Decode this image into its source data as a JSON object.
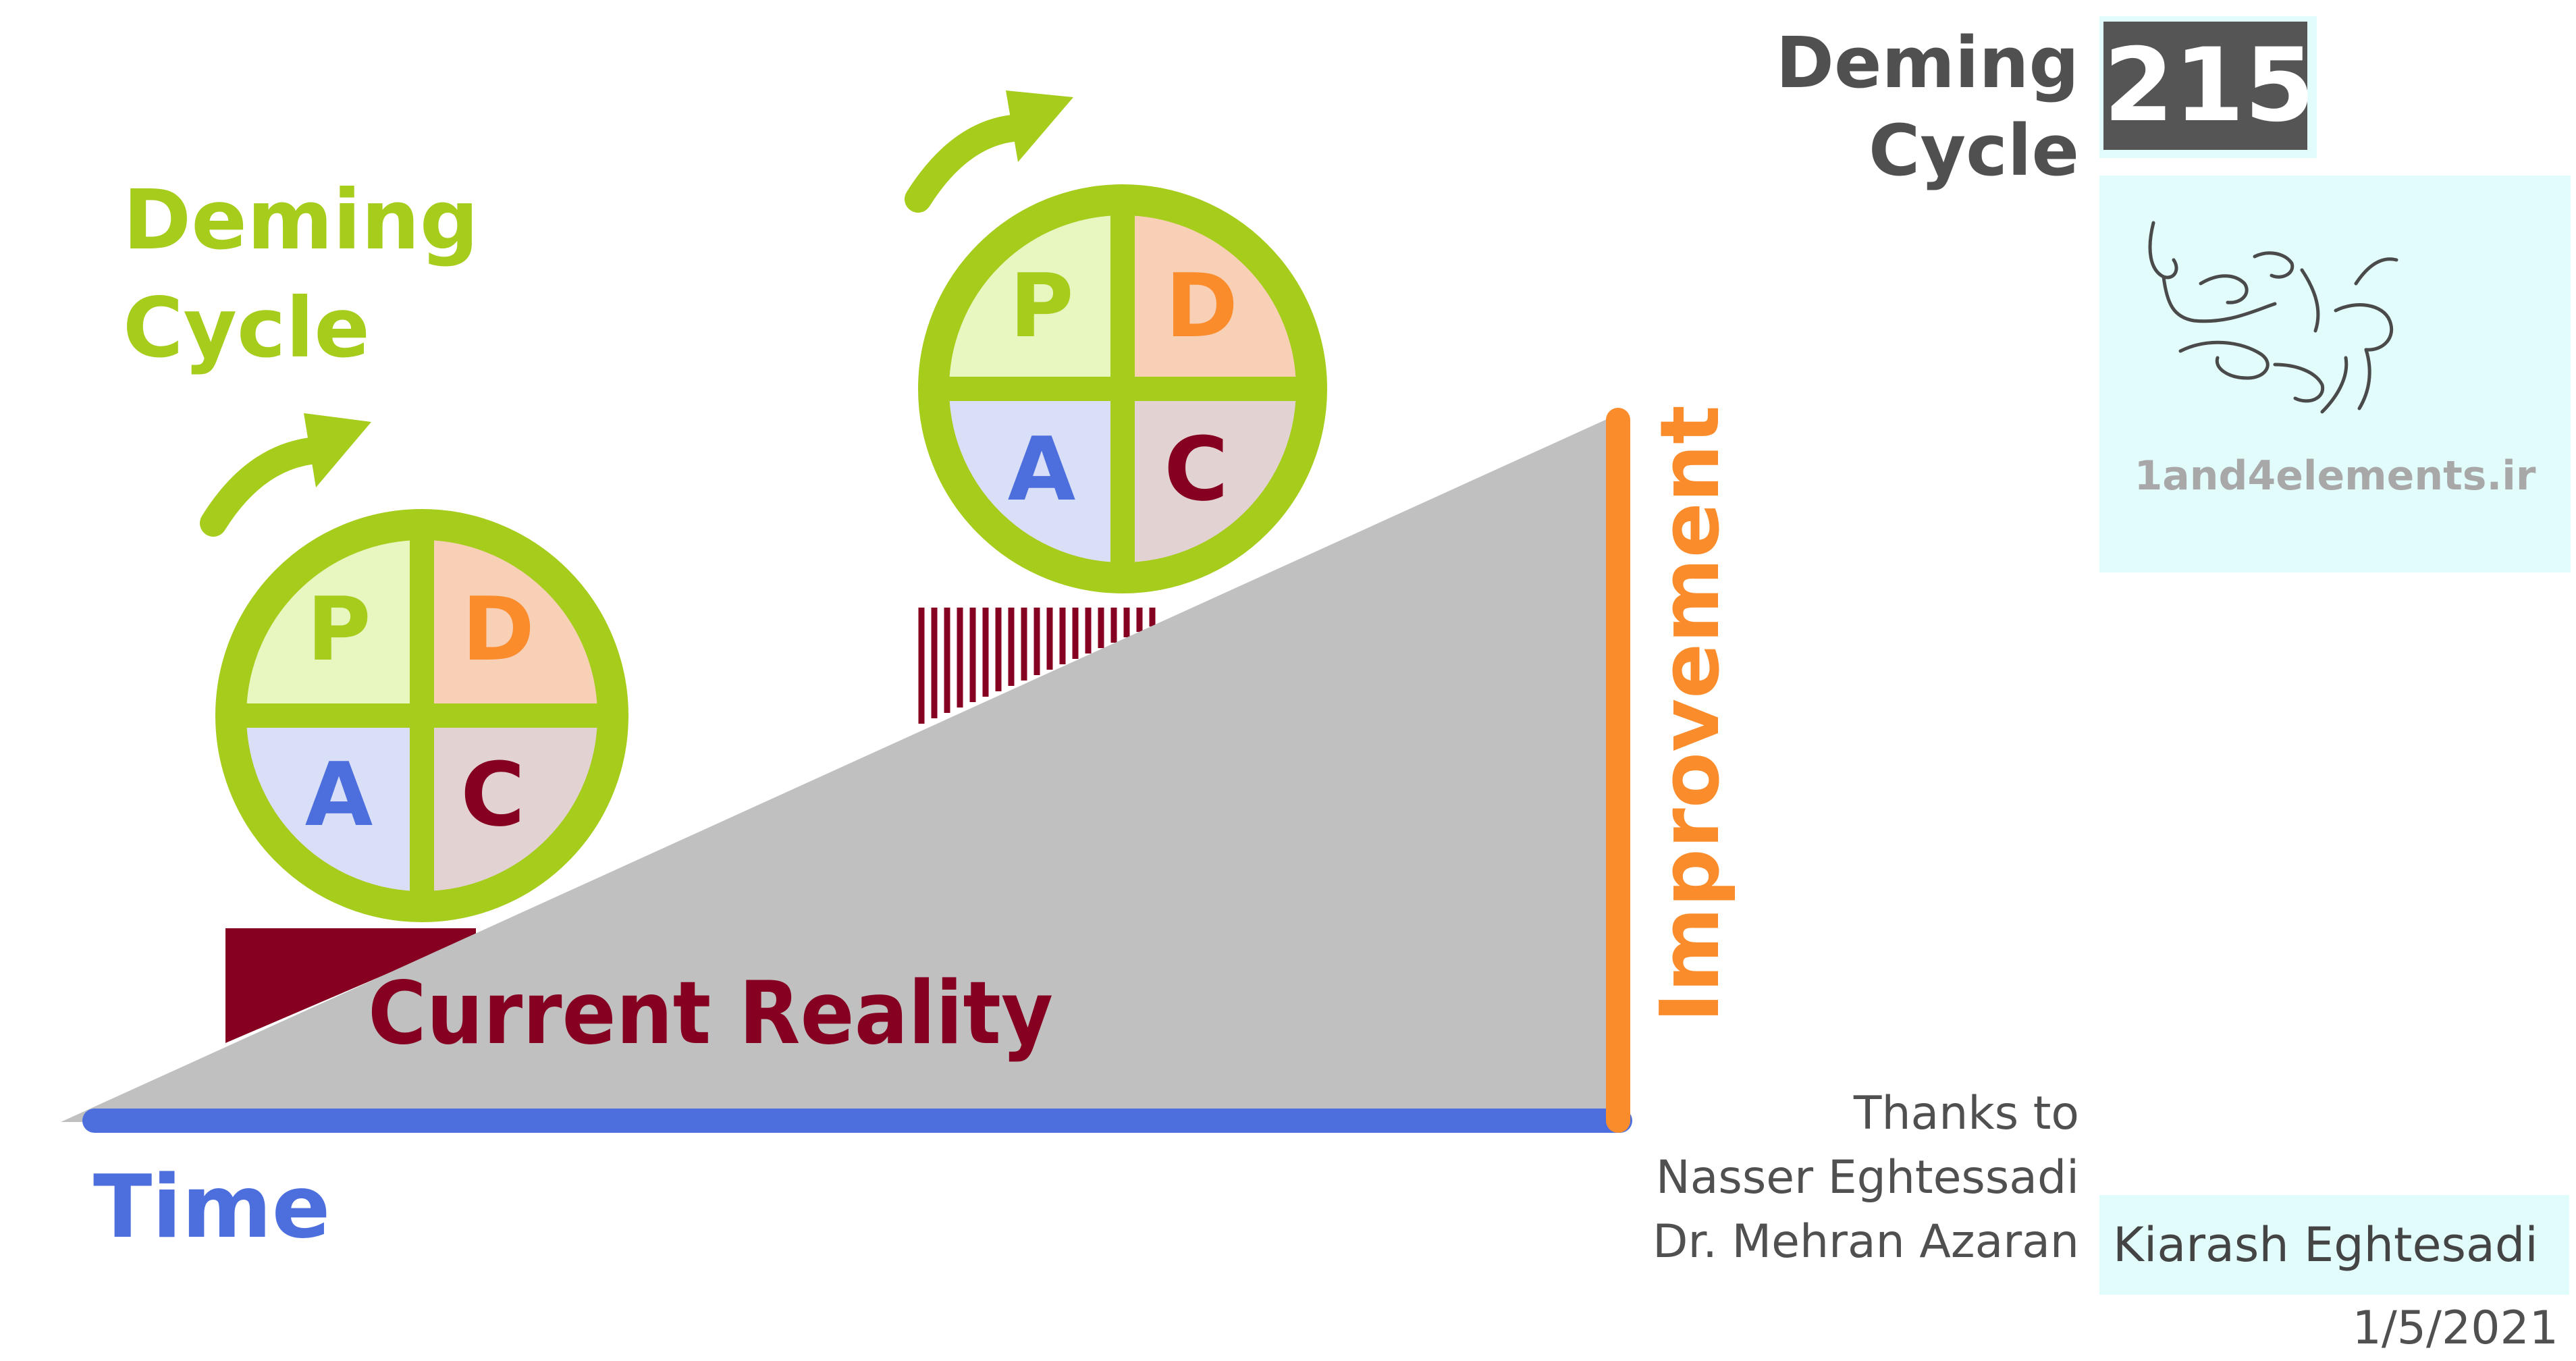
{
  "header": {
    "title": "Deming Cycle",
    "number": "215"
  },
  "left_title": {
    "line1": "Deming",
    "line2": "Cycle"
  },
  "pdca": {
    "p": "P",
    "d": "D",
    "a": "A",
    "c": "C"
  },
  "labels": {
    "current_reality": "Current Reality",
    "improvement": "Improvement",
    "time": "Time"
  },
  "logo": {
    "site": "1and4elements.ir"
  },
  "credits": {
    "thanks_to": "Thanks to",
    "person1": "Nasser Eghtessadi",
    "person2": "Dr. Mehran Azaran",
    "author": "Kiarash Eghtesadi",
    "date": "1/5/2021"
  },
  "colors": {
    "green": "#a6cc1c",
    "orange": "#fb8c2c",
    "maroon": "#850021",
    "blue": "#4d6fde",
    "wedge": "#c0c0c0",
    "p_fill": "#e8f6c0",
    "d_fill": "#f8d0b6",
    "a_fill": "#d8dff6",
    "c_fill": "#e3d2d2",
    "logo_bg": "#e2fbfb",
    "badge_bg": "#555555"
  }
}
